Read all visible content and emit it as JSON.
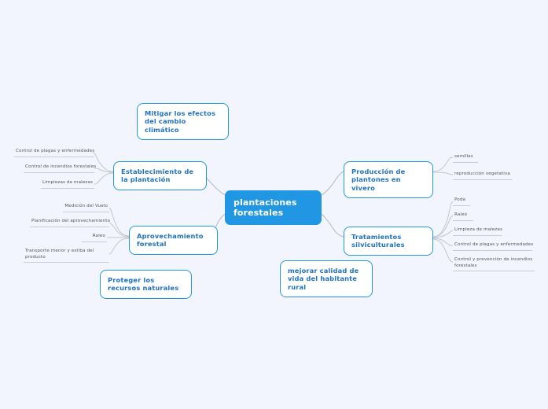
{
  "meta": {
    "background_color": "#f2f5fd",
    "accent_color": "#2196e3",
    "topic_text_color": "#1f72c4",
    "leaf_text_color": "#53555e",
    "connector_color": "#b9bcc4"
  },
  "central": {
    "label": "plantaciones forestales"
  },
  "branches": [
    {
      "id": "establecimiento",
      "label": "Establecimiento de la plantación",
      "side": "left",
      "children": [
        {
          "label": "Control de plagas y enfermedades"
        },
        {
          "label": "Control de incendios forestales"
        },
        {
          "label": "Limpiezas de malezas"
        }
      ]
    },
    {
      "id": "aprovechamiento",
      "label": "Aprovechamiento forestal",
      "side": "left",
      "children": [
        {
          "label": "Medición del Vuelo"
        },
        {
          "label": "Planificación del aprovechamiento"
        },
        {
          "label": "Raleo"
        },
        {
          "label": "Transporte menor y estiba del producto"
        }
      ]
    },
    {
      "id": "produccion",
      "label": "Producción de plantones en vivero",
      "side": "right",
      "children": [
        {
          "label": "semillas"
        },
        {
          "label": "reproducción vegetativa"
        }
      ]
    },
    {
      "id": "tratamientos",
      "label": "Tratamientos silviculturales",
      "side": "right",
      "children": [
        {
          "label": "Poda"
        },
        {
          "label": "Raleo"
        },
        {
          "label": "Limpieza de malezas"
        },
        {
          "label": "Control de plagas y enfermedades"
        },
        {
          "label": "Control y prevención de incendios forestales"
        }
      ]
    }
  ],
  "floating_topics": [
    {
      "id": "mitigar",
      "label": "Mitigar los efectos del cambio climático"
    },
    {
      "id": "proteger",
      "label": "Proteger los recursos naturales"
    },
    {
      "id": "calidad-vida",
      "label": "mejorar calidad de vida del habitante rural"
    }
  ]
}
